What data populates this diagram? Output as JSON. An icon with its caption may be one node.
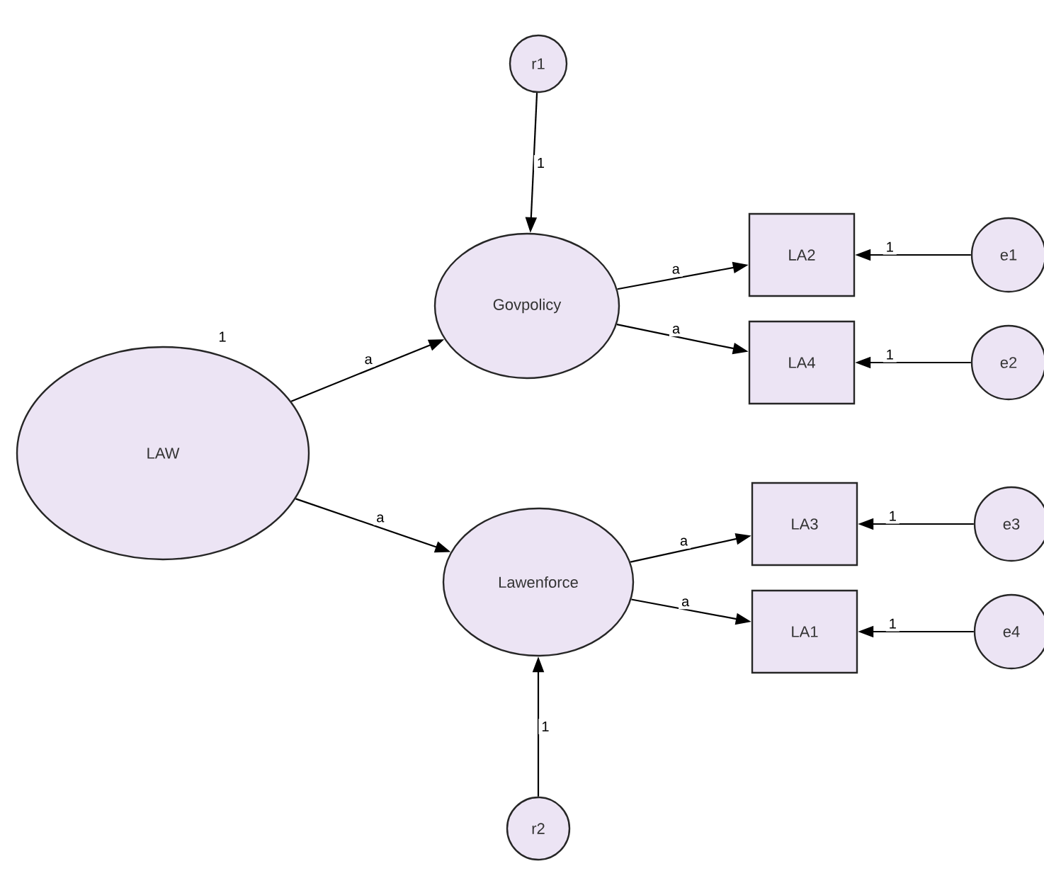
{
  "diagram": {
    "nodes": [
      {
        "text": [
          "r1"
        ]
      },
      {
        "text": [
          "Govpolicy"
        ]
      },
      {
        "text": [
          "LA2"
        ]
      },
      {
        "text": [
          "e1"
        ]
      },
      {
        "text": [
          "LA4"
        ]
      },
      {
        "text": [
          "e2"
        ]
      },
      {
        "text": [
          "LAW"
        ],
        "beside": [
          "1"
        ]
      },
      {
        "text": [
          "LA3"
        ]
      },
      {
        "text": [
          "e3"
        ]
      },
      {
        "text": [
          "Lawenforce"
        ]
      },
      {
        "text": [
          "LA1"
        ]
      },
      {
        "text": [
          "e4"
        ]
      },
      {
        "text": [
          "r2"
        ]
      }
    ],
    "edges": [
      {
        "from": 0,
        "to": 1,
        "arrow": "to",
        "label": "1"
      },
      {
        "from": 1,
        "to": 2,
        "arrow": "to",
        "label": "a"
      },
      {
        "from": 1,
        "to": 4,
        "arrow": "to",
        "label": "a"
      },
      {
        "from": 3,
        "to": 2,
        "arrow": "to",
        "label": "1"
      },
      {
        "from": 5,
        "to": 4,
        "arrow": "to",
        "label": "1"
      },
      {
        "from": 6,
        "to": 1,
        "arrow": "to",
        "label": "a"
      },
      {
        "from": 6,
        "to": 9,
        "arrow": "to",
        "label": "a"
      },
      {
        "from": 9,
        "to": 7,
        "arrow": "to",
        "label": "a"
      },
      {
        "from": 9,
        "to": 10,
        "arrow": "to",
        "label": "a"
      },
      {
        "from": 8,
        "to": 7,
        "arrow": "to",
        "label": "1"
      },
      {
        "from": 11,
        "to": 10,
        "arrow": "to",
        "label": "1"
      },
      {
        "from": 12,
        "to": 9,
        "arrow": "to",
        "label": "1"
      }
    ]
  }
}
